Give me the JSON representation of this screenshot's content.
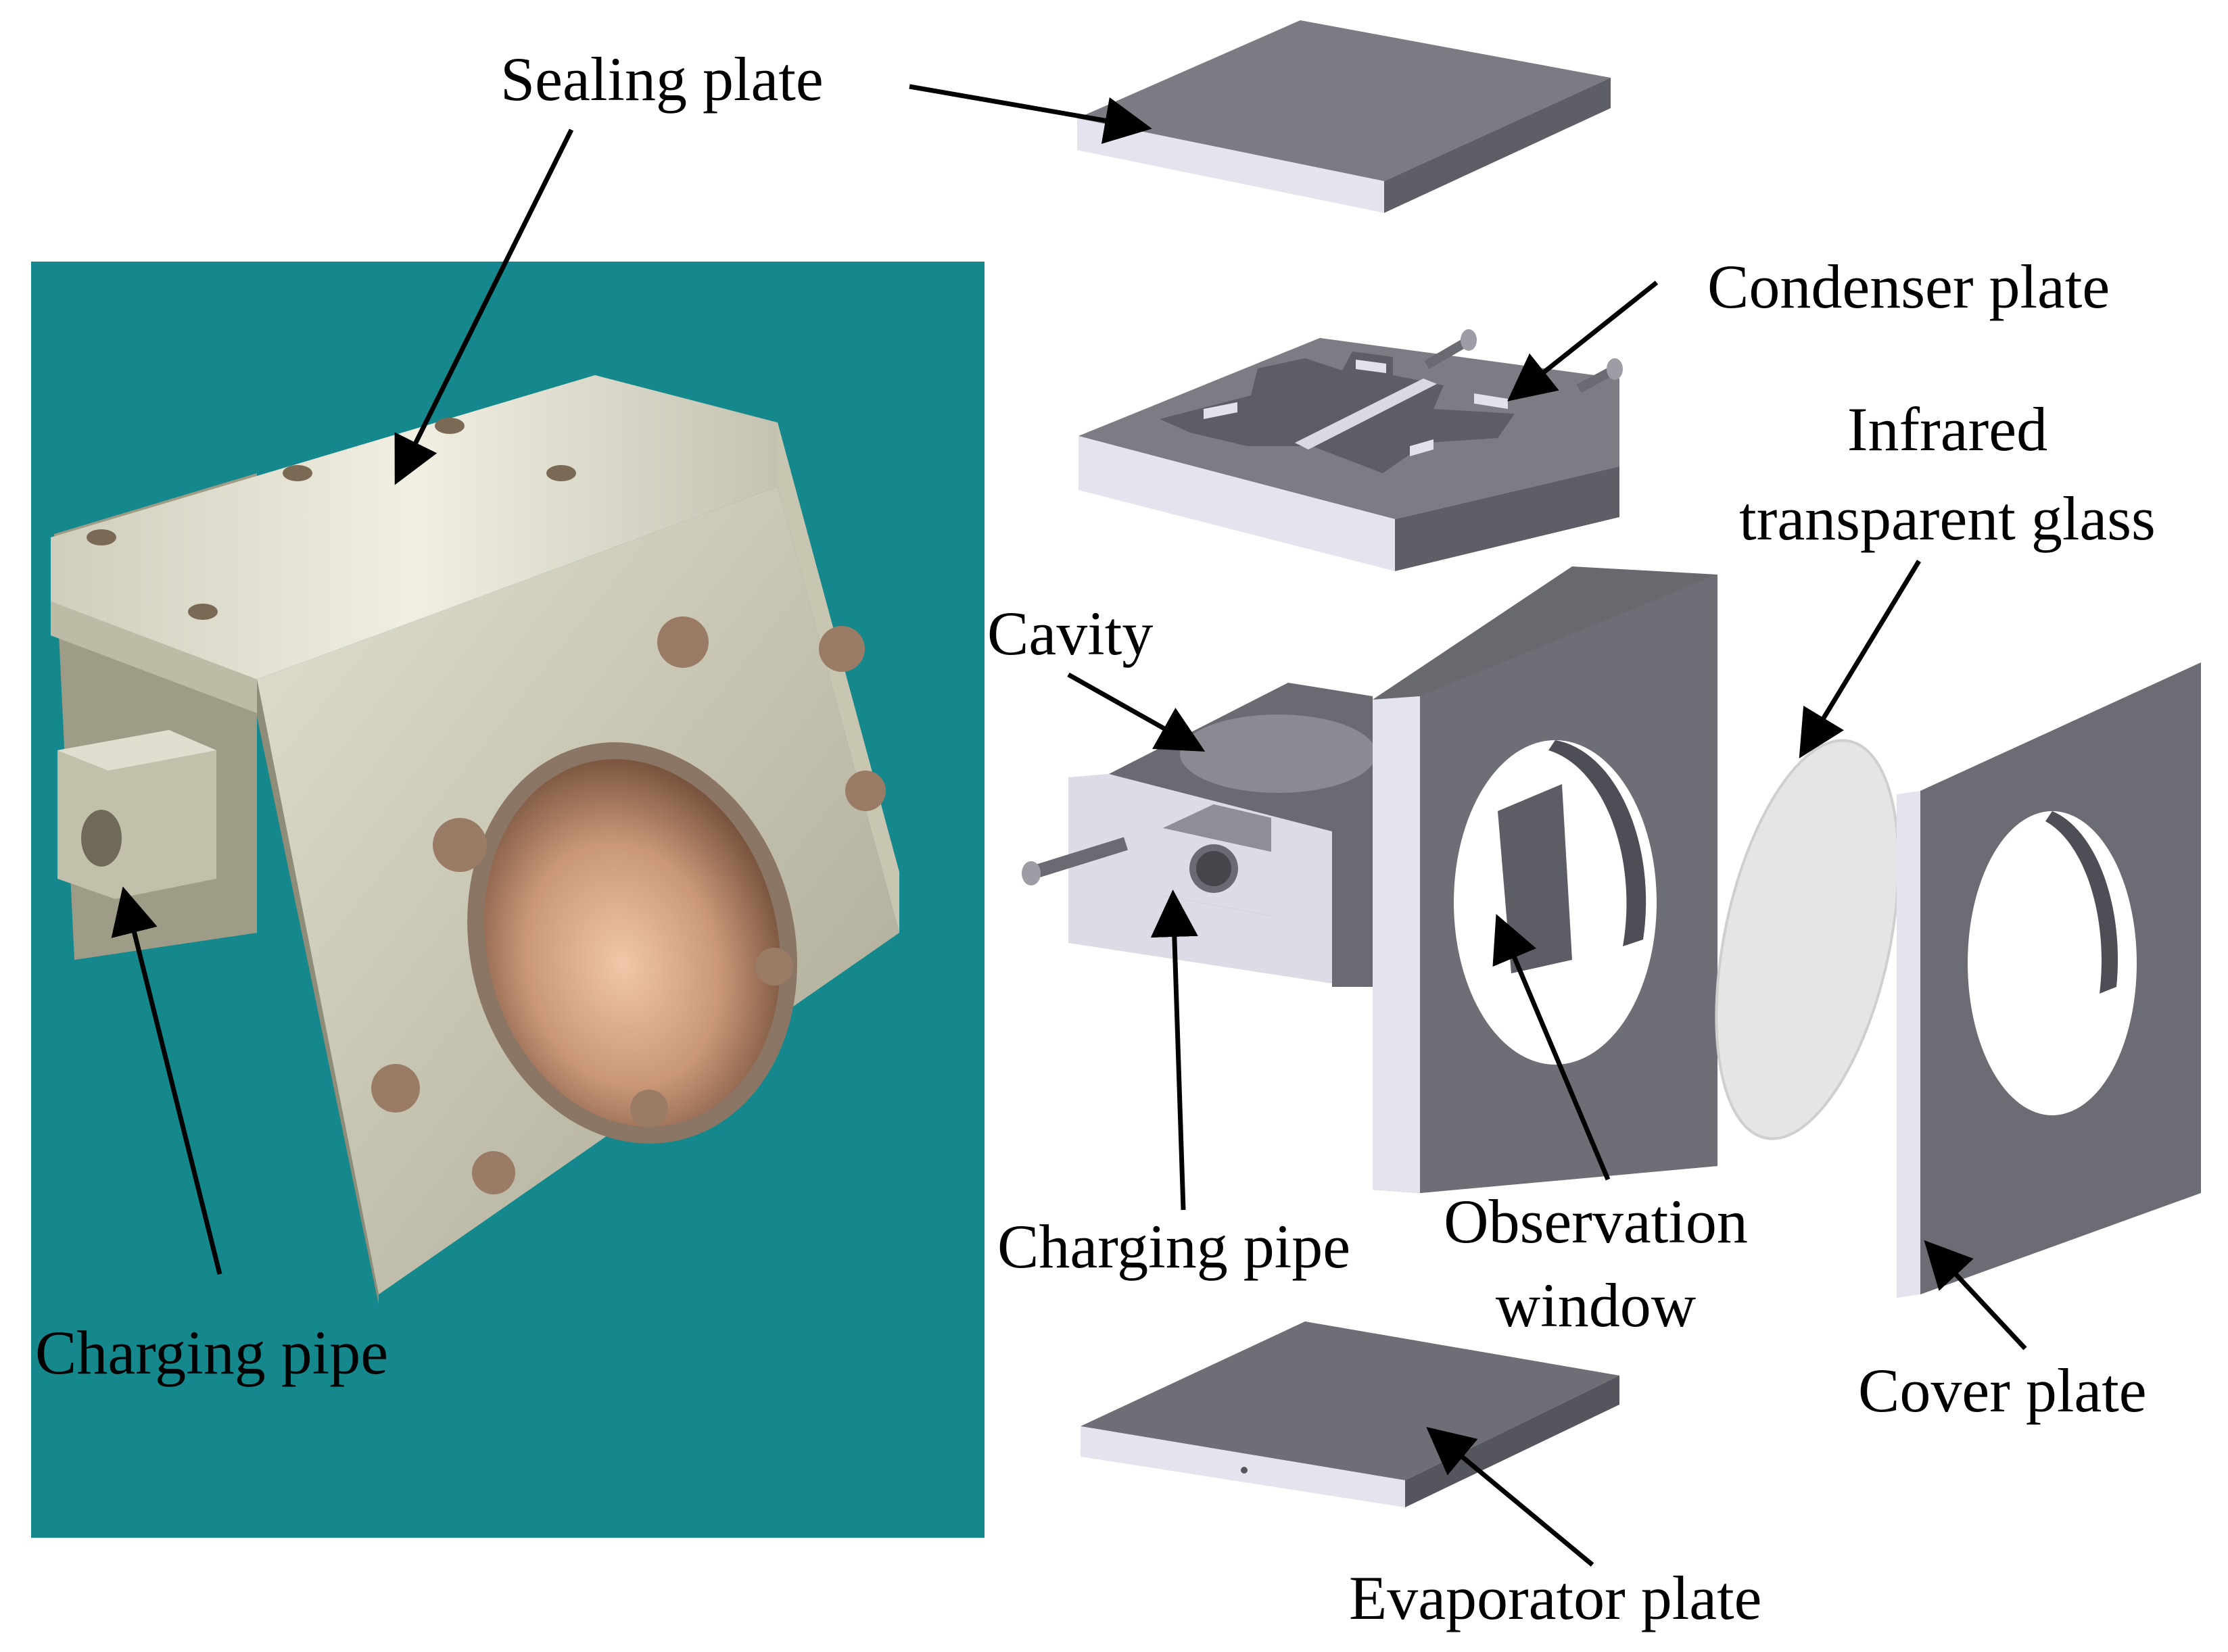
{
  "labels": {
    "sealing_plate": "Sealing plate",
    "condenser_plate": "Condenser plate",
    "infrared_glass_line1": "Infrared",
    "infrared_glass_line2": "transparent glass",
    "cavity": "Cavity",
    "charging_pipe_photo": "Charging pipe",
    "charging_pipe_model": "Charging pipe",
    "observation_window_line1": "Observation",
    "observation_window_line2": "window",
    "cover_plate": "Cover plate",
    "evaporator_plate": "Evaporator plate"
  },
  "colors": {
    "photo_background": "#14888c",
    "metal_light": "#d8d6c4",
    "metal_mid": "#b3b09c",
    "metal_dark": "#8d8b78",
    "copper": "#c99778",
    "cad_top": "#7c7d84",
    "cad_dark": "#63646b",
    "cad_edge": "#e6e6ef",
    "glass": "#e5e5e5",
    "arrow": "#000000"
  }
}
